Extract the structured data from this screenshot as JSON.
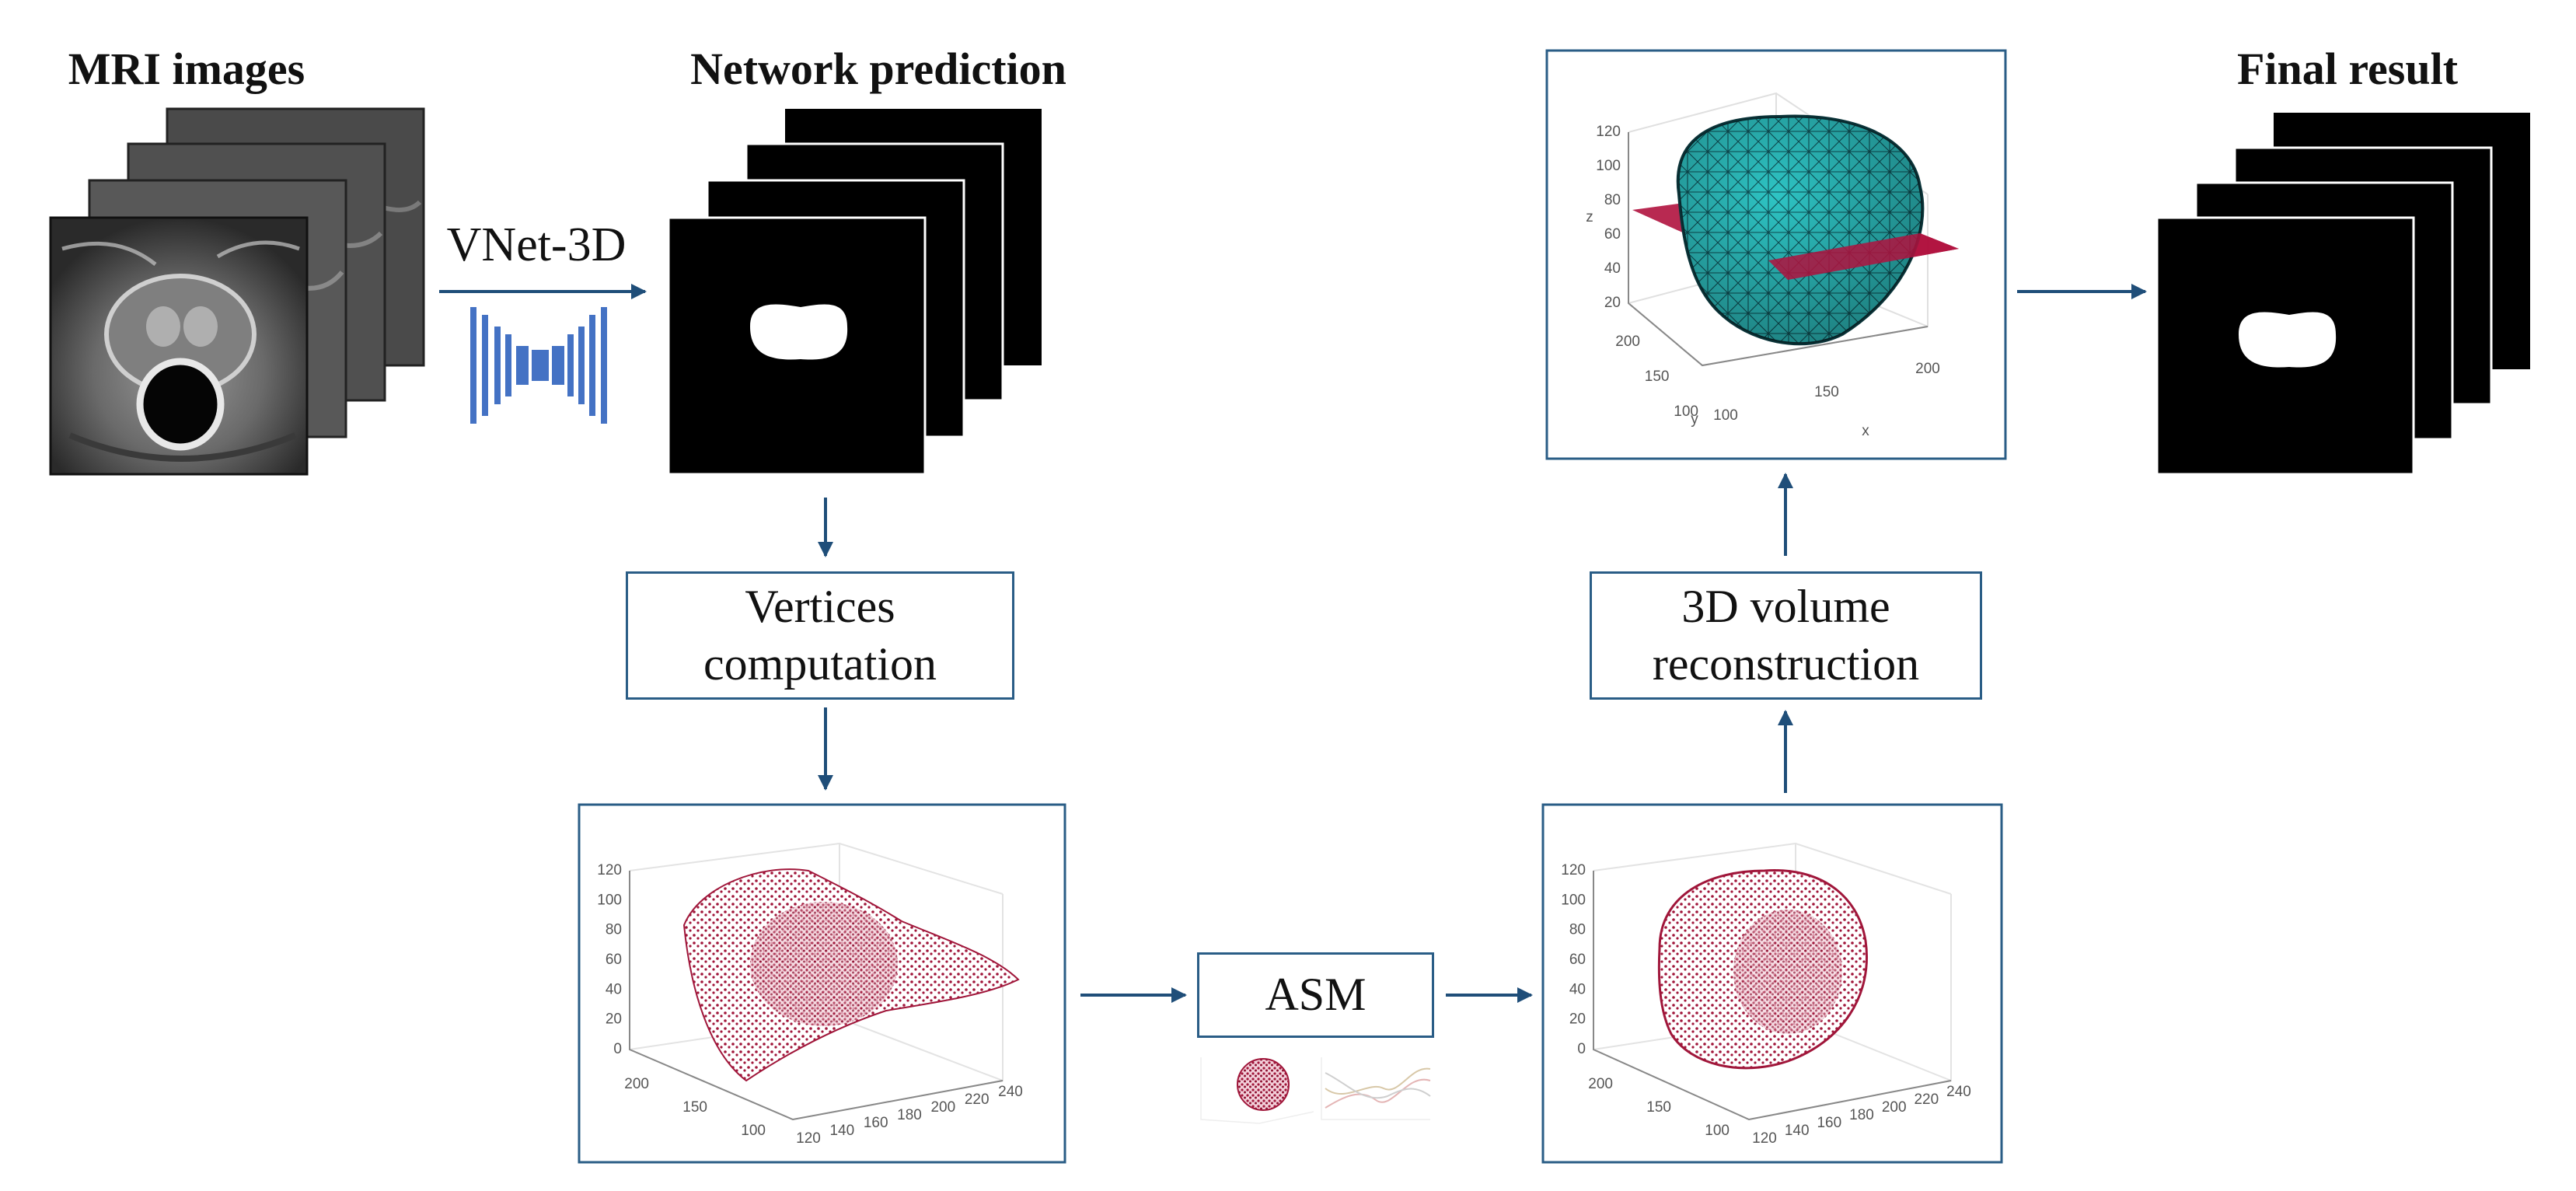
{
  "headings": {
    "mri": "MRI images",
    "network": "Network prediction",
    "final": "Final result"
  },
  "network_label": "VNet-3D",
  "steps": {
    "vertices_line1": "Vertices",
    "vertices_line2": "computation",
    "volume_line1": "3D volume",
    "volume_line2": "reconstruction",
    "asm": "ASM"
  },
  "plots": {
    "point_cloud_raw": {
      "z_ticks": [
        "120",
        "100",
        "80",
        "60",
        "40",
        "20",
        "0"
      ],
      "y_ticks": [
        "200",
        "150",
        "100"
      ],
      "x_ticks": [
        "120",
        "140",
        "160",
        "180",
        "200",
        "220",
        "240"
      ]
    },
    "point_cloud_fitted": {
      "z_ticks": [
        "120",
        "100",
        "80",
        "60",
        "40",
        "20",
        "0"
      ],
      "y_ticks": [
        "200",
        "150",
        "100"
      ],
      "x_ticks": [
        "120",
        "140",
        "160",
        "180",
        "200",
        "220",
        "240"
      ]
    },
    "mesh_3d": {
      "z_ticks": [
        "120",
        "100",
        "80",
        "60",
        "40",
        "20"
      ],
      "z_label": "z",
      "y_ticks": [
        "200",
        "150",
        "100"
      ],
      "y_label": "y",
      "x_ticks": [
        "100",
        "150",
        "200"
      ],
      "x_label": "x"
    }
  },
  "colors": {
    "arrow": "#1f4e79",
    "box_border": "#2a5d86",
    "point_cloud": "#a0163a",
    "mesh_fill": "#2ec4c4",
    "plane": "#b0123e",
    "mask_bg": "#000000",
    "mask_fg": "#ffffff"
  }
}
